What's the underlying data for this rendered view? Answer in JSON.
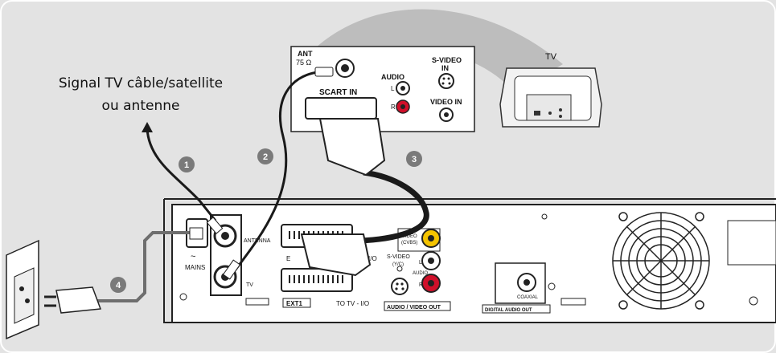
{
  "caption": {
    "line1": "Signal TV câble/satellite",
    "line2": "ou antenne"
  },
  "steps": [
    "1",
    "2",
    "3",
    "4"
  ],
  "tv_panel": {
    "ant": "ANT",
    "ohm": "75 Ω",
    "audio": "AUDIO",
    "l": "L",
    "r": "R",
    "svideo_in_1": "S-VIDEO",
    "svideo_in_2": "IN",
    "video_in": "VIDEO IN",
    "scart_in": "SCART IN"
  },
  "tv_label": "TV",
  "recorder": {
    "antenna": "ANTENNA",
    "tv": "TV",
    "mains": "MAINS",
    "tilde": "~",
    "ext1": "EXT1",
    "ext2_short": "E",
    "io_top": "I/O",
    "to_tv_io": "TO TV - I/O",
    "video_cvbs_1": "VIDEO",
    "video_cvbs_2": "(CVBS)",
    "svideo_1": "S-VIDEO",
    "svideo_2": "(Y/C)",
    "audio": "AUDIO",
    "l": "L",
    "r": "R",
    "av_out": "AUDIO / VIDEO OUT",
    "coaxial": "COAXIAL",
    "digital_audio_out": "DIGITAL AUDIO OUT"
  },
  "colors": {
    "background": "#e3e3e3",
    "panel": "#ffffff",
    "cable": "#1a1a1a",
    "marker": "#7a7a7a",
    "beam": "#bdbdbd",
    "yellow": "#f5c400",
    "red": "#d0102a"
  }
}
